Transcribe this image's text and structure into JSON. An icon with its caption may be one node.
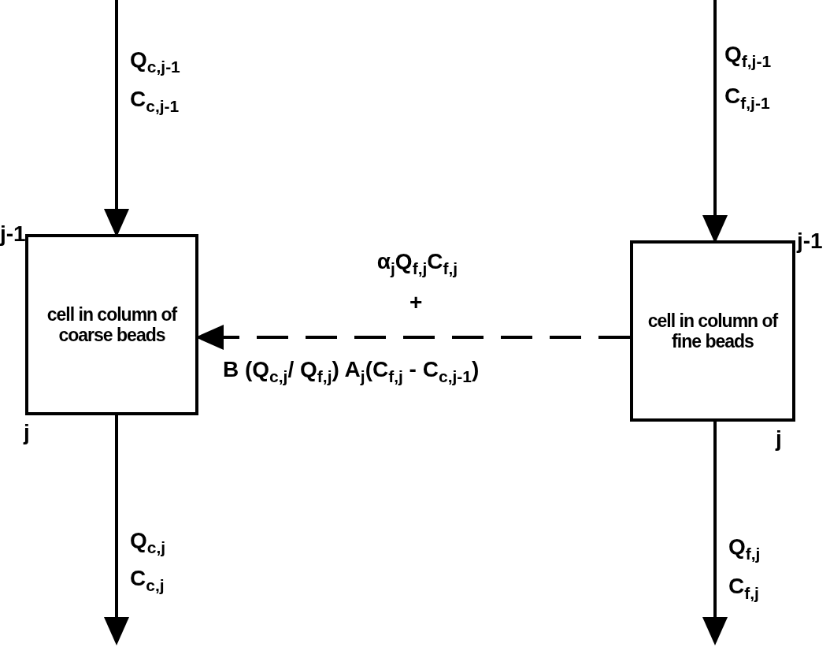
{
  "diagram": {
    "nodes": [
      {
        "text": [
          "cell in column of coarse beads"
        ],
        "beside": [
          "j-1",
          "j"
        ]
      },
      {
        "text": [
          "cell in column of fine beads"
        ],
        "beside": [
          "j-1",
          "j"
        ]
      }
    ],
    "edges": [
      {
        "from": null,
        "to": 0,
        "arrow": "to"
      },
      {
        "from": 0,
        "to": null,
        "arrow": "to"
      },
      {
        "from": null,
        "to": 1,
        "arrow": "to"
      },
      {
        "from": 1,
        "to": null,
        "arrow": "to"
      },
      {
        "from": 1,
        "to": 0,
        "arrow": "to",
        "style": "dashed",
        "label": "α$_{j}$Q$_{f,j}$C$_{f,j}$"
      }
    ],
    "labels": [
      "Q$_{c,j-1}$",
      "C$_{c,j-1}$",
      "Q$_{f,j-1}$",
      "C$_{f,j-1}$",
      "+",
      "B (Q$_{c,j}$/ Q$_{f,j}$) A$_{j}$(C$_{f,j}$ - C$_{c,j-1}$)",
      "Q$_{c,j}$",
      "C$_{c,j}$",
      "Q$_{f,j}$",
      "C$_{f,j}$"
    ]
  }
}
